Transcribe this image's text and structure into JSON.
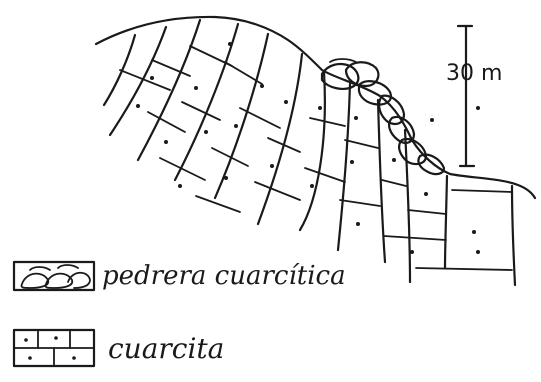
{
  "scale": {
    "label": "30 m"
  },
  "legend": {
    "items": [
      {
        "symbol": "conglomerate-pebbles",
        "label": "pedrera cuarcítica"
      },
      {
        "symbol": "brick-blocks",
        "label": "cuarcita"
      }
    ]
  },
  "colors": {
    "ink": "#1a1a1a",
    "paper": "#ffffff"
  }
}
